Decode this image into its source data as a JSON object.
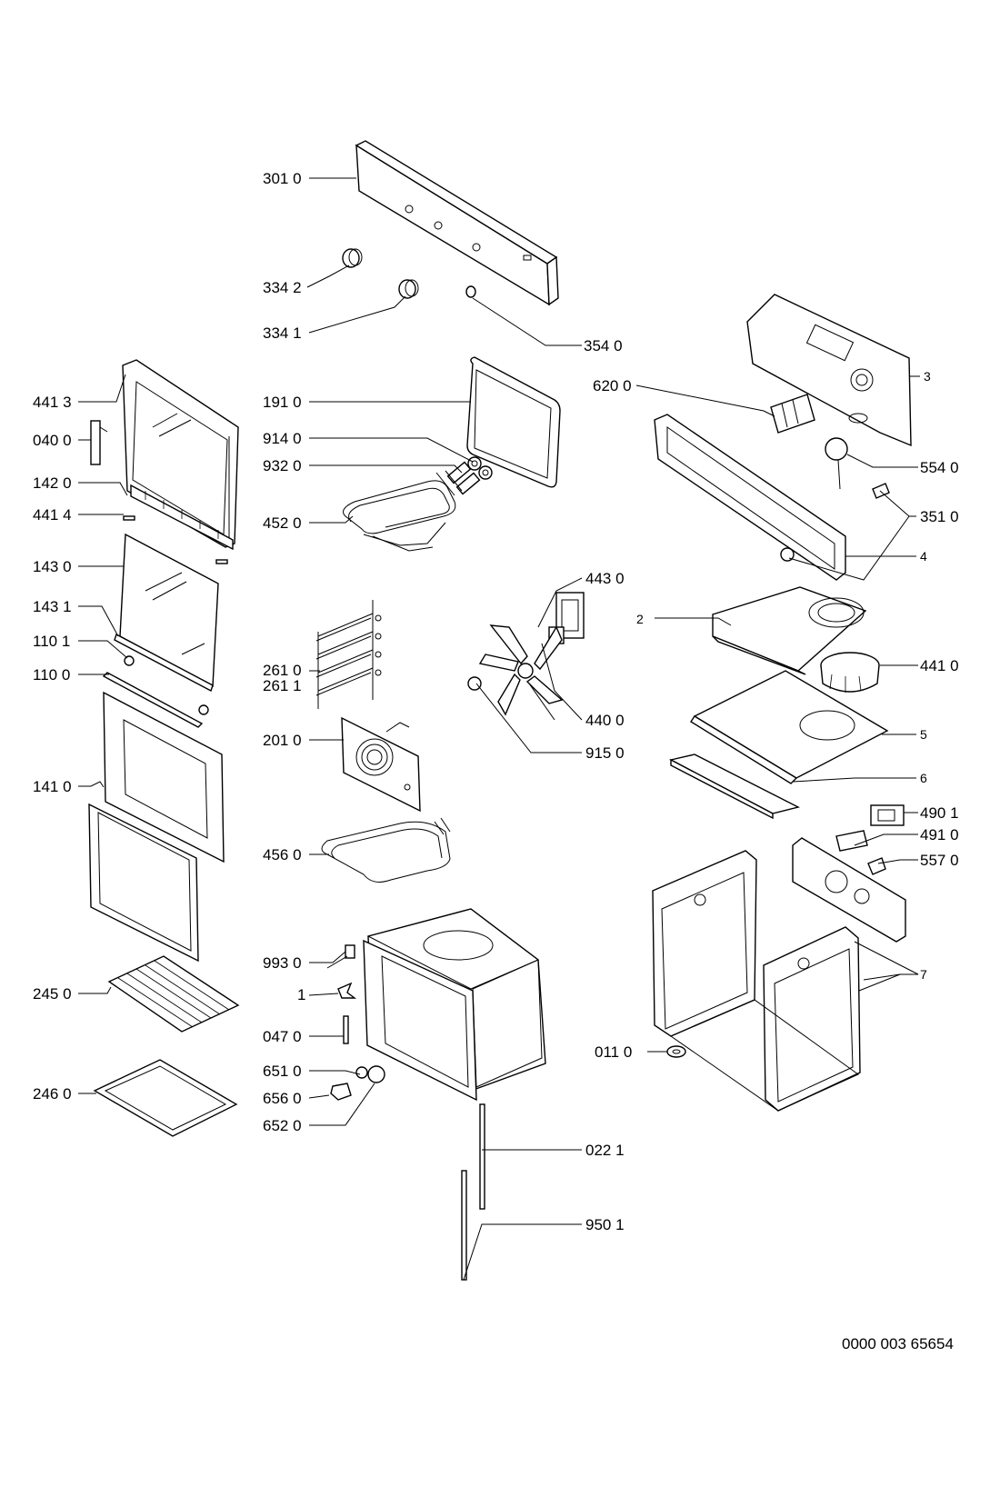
{
  "labels": {
    "p3010": "301 0",
    "p3342": "334 2",
    "p3341": "334 1",
    "p3540": "354 0",
    "p4413": "441 3",
    "p0400": "040 0",
    "p1420": "142 0",
    "p4414": "441 4",
    "p1430": "143 0",
    "p1431": "143 1",
    "p1101": "110 1",
    "p1100": "110 0",
    "p1410": "141 0",
    "p2450": "245 0",
    "p2460": "246 0",
    "p1910": "191 0",
    "p9140": "914 0",
    "p9320": "932 0",
    "p4520": "452 0",
    "p2610": "261 0",
    "p2611": "261 1",
    "p2010": "201 0",
    "p4560": "456 0",
    "p9930": "993 0",
    "p1": "1",
    "p0470": "047 0",
    "p6510": "651 0",
    "p6560": "656 0",
    "p6520": "652 0",
    "p0221": "022 1",
    "p9501": "950 1",
    "p6200": "620 0",
    "p3": "3",
    "p5540": "554 0",
    "p3510": "351 0",
    "p4": "4",
    "p4430": "443 0",
    "p2": "2",
    "p4410": "441 0",
    "p4400": "440 0",
    "p9150": "915 0",
    "p5": "5",
    "p6": "6",
    "p4901": "490 1",
    "p4910": "491 0",
    "p5570": "557 0",
    "p7": "7",
    "p0110": "011 0"
  },
  "document_number": "0000 003 65654"
}
